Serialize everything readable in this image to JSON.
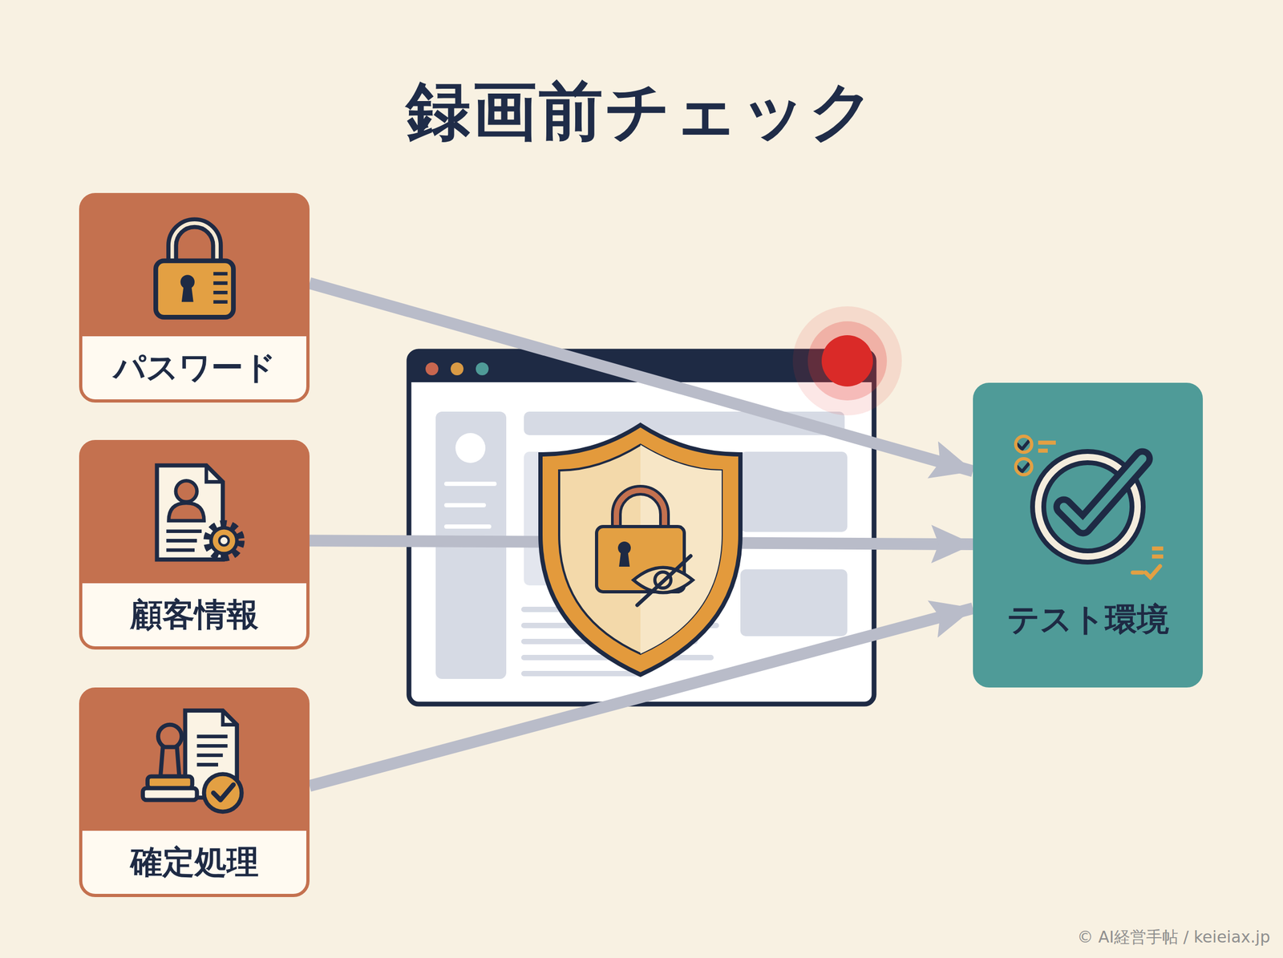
{
  "diagram": {
    "title": "録画前チェック",
    "nodes": [
      {
        "text": [
          "パスワード"
        ]
      },
      {
        "text": [
          "顧客情報"
        ]
      },
      {
        "text": [
          "確定処理"
        ]
      },
      {
        "text": [
          "テスト環境"
        ]
      }
    ],
    "edges": [
      {
        "from": 0,
        "to": 3,
        "arrow": "to"
      },
      {
        "from": 1,
        "to": 3,
        "arrow": "to"
      },
      {
        "from": 2,
        "to": 3,
        "arrow": "to"
      }
    ],
    "labels": [
      "© AI経営手帖 / keieiax.jp"
    ]
  }
}
